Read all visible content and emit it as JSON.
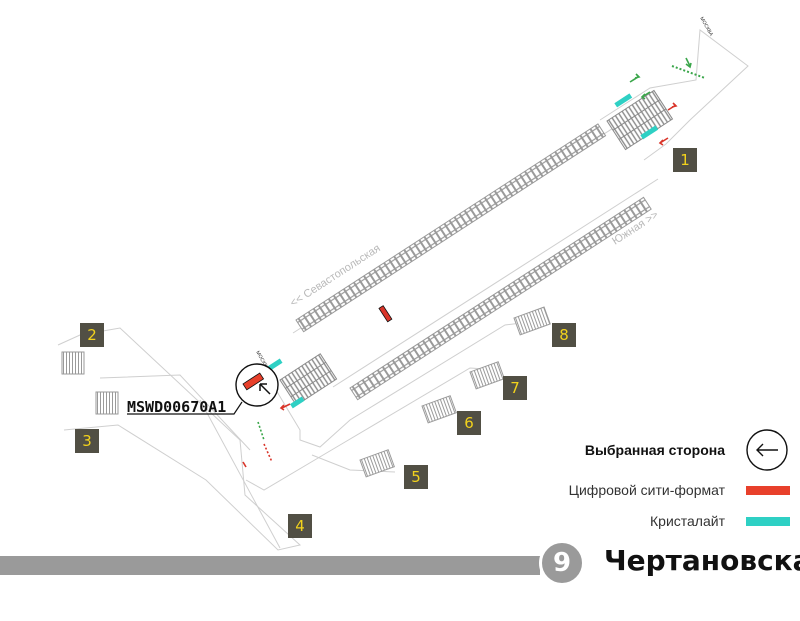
{
  "station": {
    "name": "Чертановская",
    "line_number": "9"
  },
  "tracks": {
    "left_label": "<< Севастопольская",
    "right_label": "Южная >>"
  },
  "selected_code": "MSWD00670A1",
  "exits": [
    {
      "id": "exit-1",
      "label": "1"
    },
    {
      "id": "exit-2",
      "label": "2"
    },
    {
      "id": "exit-3",
      "label": "3"
    },
    {
      "id": "exit-4",
      "label": "4"
    },
    {
      "id": "exit-5",
      "label": "5"
    },
    {
      "id": "exit-6",
      "label": "6"
    },
    {
      "id": "exit-7",
      "label": "7"
    },
    {
      "id": "exit-8",
      "label": "8"
    }
  ],
  "legend": {
    "selected_side": "Выбранная сторона",
    "city_format": "Цифровой сити-формат",
    "crystal": "Кристалайт"
  },
  "colors": {
    "city_format": "#e8402b",
    "crystal": "#2ed0c4",
    "exit_bg": "#514f44",
    "exit_text": "#f2d21c",
    "arrow_green": "#3aa64a",
    "arrow_red": "#d9352a"
  },
  "icons": {
    "selected_side": "arrow-left-circle-icon",
    "escalator": "escalator-icon",
    "stairs": "stairs-icon"
  },
  "markers": {
    "moscow_top": "МОСКВА",
    "moscow_left": "МОСКВА"
  }
}
